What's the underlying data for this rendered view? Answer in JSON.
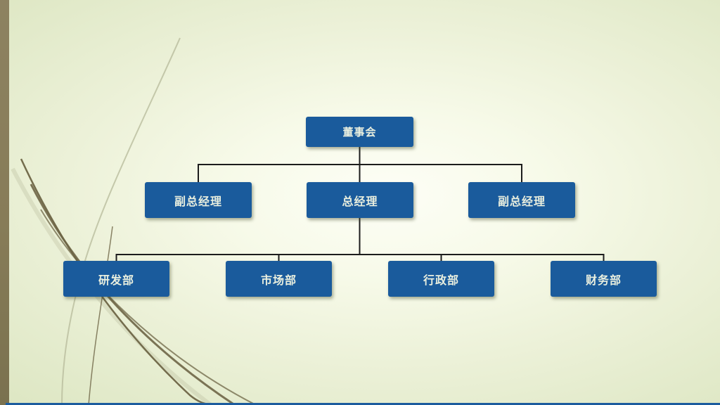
{
  "slide": {
    "colors": {
      "node_fill": "#1a5b9c",
      "node_text": "#e9efdf",
      "connector_line": "#1c1c1c",
      "accent_bar": "#877c58",
      "bottom_rule": "#1c5c9e",
      "background_center": "#fdfef6",
      "background_edge": "#dde6c2",
      "grass_dark": "#6e6546",
      "grass_light": "#b9bd9e"
    },
    "org_chart": {
      "root": {
        "label": "董事会"
      },
      "managers": [
        {
          "label": "副总经理"
        },
        {
          "label": "总经理"
        },
        {
          "label": "副总经理"
        }
      ],
      "departments": [
        {
          "label": "研发部"
        },
        {
          "label": "市场部"
        },
        {
          "label": "行政部"
        },
        {
          "label": "财务部"
        }
      ]
    }
  }
}
